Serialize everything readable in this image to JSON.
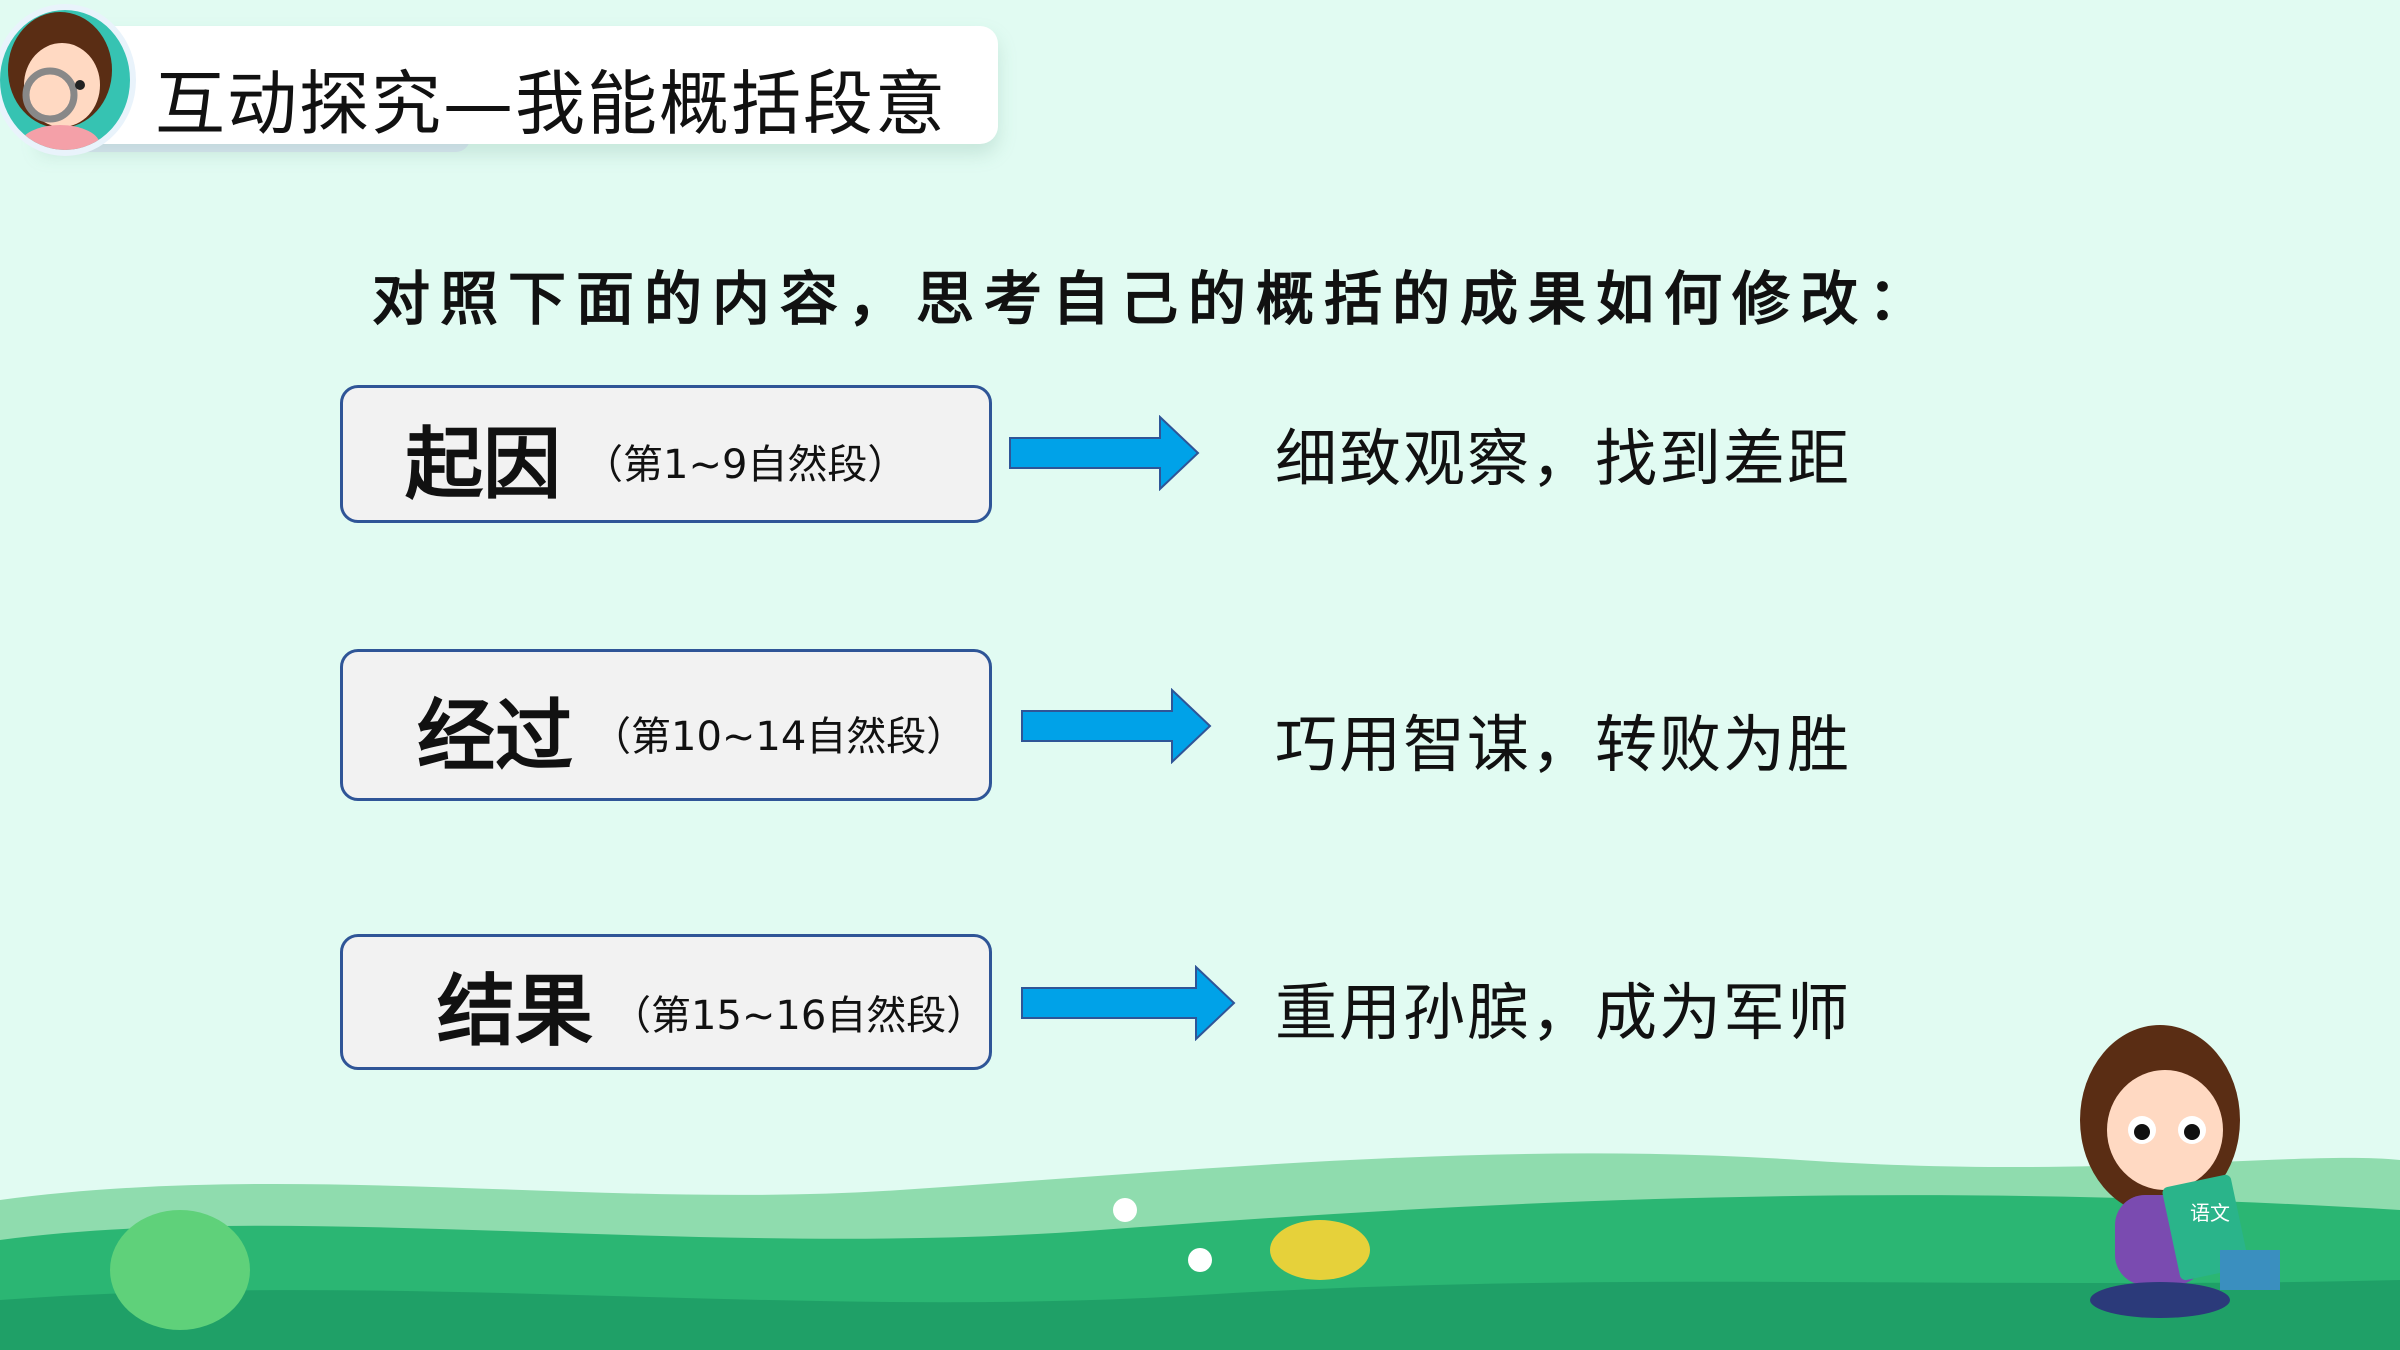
{
  "header": {
    "title": "互动探究—我能概括段意"
  },
  "prompt": "对照下面的内容，思考自己的概括的成果如何修改：",
  "rows": [
    {
      "label": "起因",
      "range": "（第1~9自然段）",
      "summary": "细致观察，找到差距"
    },
    {
      "label": "经过",
      "range": "（第10~14自然段）",
      "summary": "巧用智谋，转败为胜"
    },
    {
      "label": "结果",
      "range": "（第15~16自然段）",
      "summary": "重用孙膑，成为军师"
    }
  ],
  "decor": {
    "book_label": "语文"
  },
  "colors": {
    "background": "#e1fbf2",
    "box_border": "#2f5597",
    "arrow": "#00a2e8",
    "grass": "#2bb673"
  }
}
